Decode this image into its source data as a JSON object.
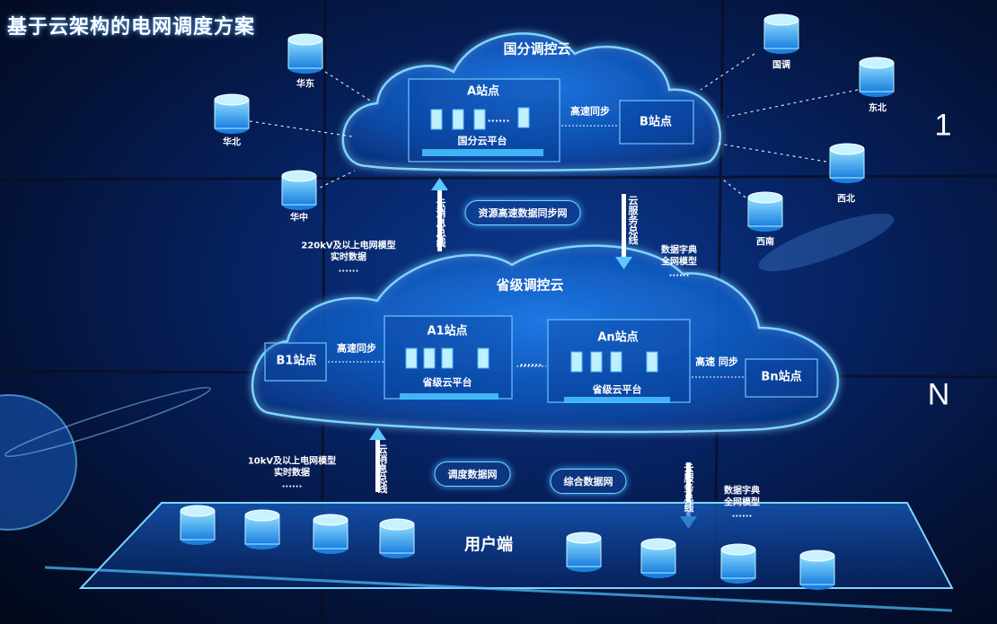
{
  "title": "基于云架构的电网调度方案",
  "wall_numbers": [
    "1",
    "N"
  ],
  "top_cloud": {
    "name": "国分调控云",
    "site_a": "A站点",
    "site_a_platform": "国分云平台",
    "site_b": "B站点",
    "sync_label": "高速同步",
    "dots": "......"
  },
  "regions": [
    "华东",
    "华北",
    "华中",
    "国调",
    "东北",
    "西北",
    "西南"
  ],
  "mid_links": {
    "left_bus": "云消息总线",
    "center_pill": "资源高速数据同步网",
    "right_bus": "云服务总线",
    "left_note": [
      "220kV及以上电网模型",
      "实时数据",
      "......"
    ],
    "right_note": [
      "数据字典",
      "全网模型",
      "......"
    ]
  },
  "prov_cloud": {
    "name": "省级调控云",
    "site_a1": "A1站点",
    "site_an": "An站点",
    "site_b1": "B1站点",
    "site_bn": "Bn站点",
    "platform_1": "省级云平台",
    "platform_2": "省级云平台",
    "sync_left": "高速同步",
    "sync_right": "高速 同步",
    "dots": "......"
  },
  "bottom_links": {
    "left_bus": "云消息总线",
    "pill_1": "调度数据网",
    "pill_2": "综合数据网",
    "right_bus": "云服务总线",
    "left_note": [
      "10kV及以上电网模型",
      "实时数据",
      "......"
    ],
    "right_note": [
      "数据字典",
      "全网模型",
      "......"
    ]
  },
  "user_platform": {
    "label": "用户端"
  },
  "colors": {
    "accent": "#38b6ff",
    "glow": "#7fd4ff",
    "cloud_fill": "#0f5ec8",
    "background": "#041339"
  }
}
